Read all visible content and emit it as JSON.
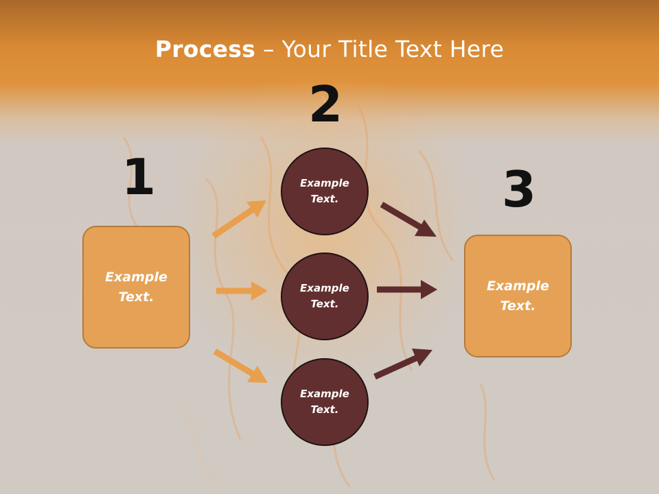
{
  "title": {
    "bold": "Process",
    "rest": " – Your Title Text Here"
  },
  "steps": {
    "one": "1",
    "two": "2",
    "three": "3"
  },
  "left_box": {
    "text": "Example\nText."
  },
  "right_box": {
    "text": "Example\nText."
  },
  "circles": [
    {
      "text": "Example\nText."
    },
    {
      "text": "Example\nText."
    },
    {
      "text": "Example\nText."
    }
  ],
  "colors": {
    "header": "#df923c",
    "box_fill": "#e5a256",
    "circle_fill": "#622f30",
    "arrow_left": "#e8a04e",
    "arrow_right": "#5e2c2c"
  },
  "background": "fire-flames-image"
}
